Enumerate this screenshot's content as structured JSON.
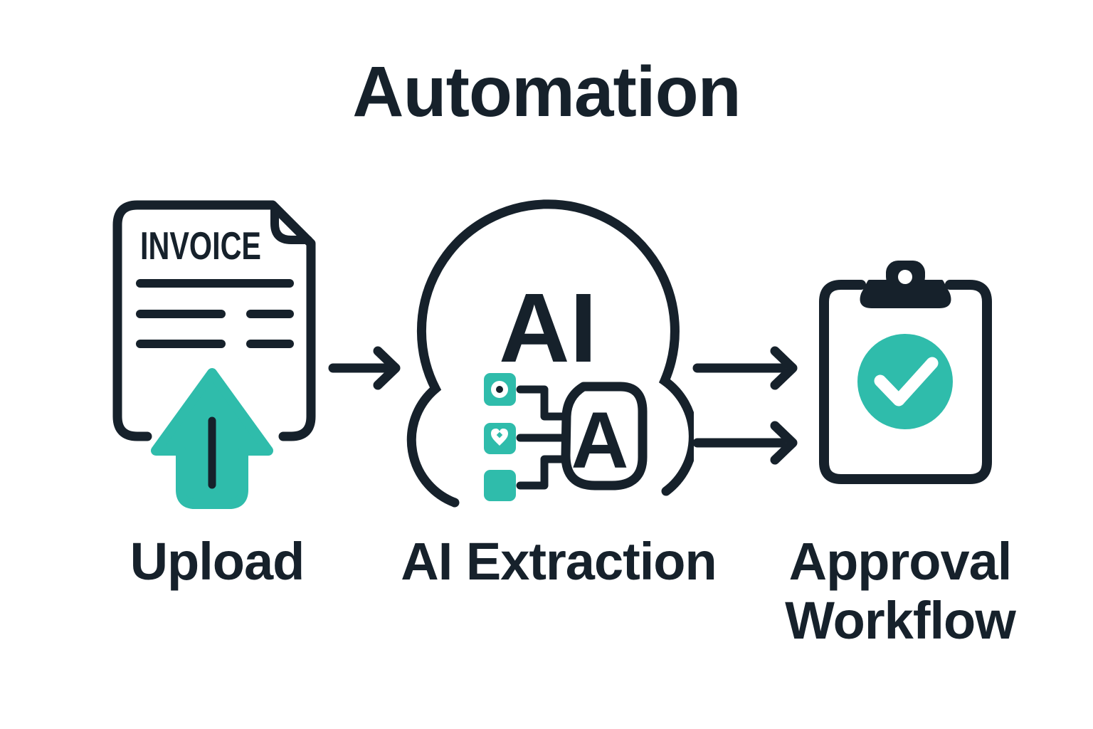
{
  "title": "Automation",
  "colors": {
    "dark": "#16212b",
    "teal": "#2fbcab",
    "background": "#ffffff",
    "check_white": "#ffffff"
  },
  "steps": [
    {
      "id": "upload",
      "label": "Upload",
      "icon": "invoice-upload-icon",
      "document_title": "INVOICE"
    },
    {
      "id": "ai-extraction",
      "label": "AI Extraction",
      "icon": "ai-cloud-icon",
      "cloud_text": "AI",
      "letter_badge": "A"
    },
    {
      "id": "approval-workflow",
      "label": "Approval Workflow",
      "label_lines": [
        "Approval",
        "Workflow"
      ],
      "icon": "approval-clipboard-icon"
    }
  ],
  "arrows": [
    {
      "id": "upload-to-extraction",
      "direction": "right"
    },
    {
      "id": "extraction-to-approval-top",
      "direction": "right"
    },
    {
      "id": "extraction-to-approval-bottom",
      "direction": "right"
    }
  ]
}
